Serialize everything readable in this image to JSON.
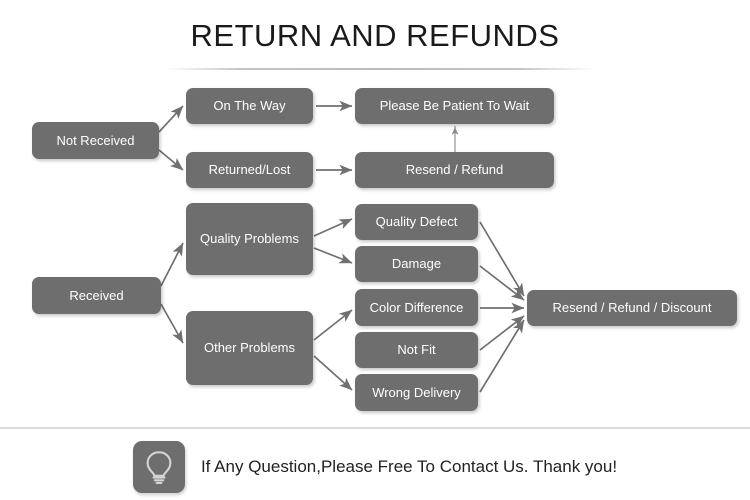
{
  "title": "RETURN AND REFUNDS",
  "colors": {
    "node_fill": "#6e6e6e",
    "node_text": "#ffffff",
    "arrow": "#707070",
    "title_text": "#1a1a1a",
    "divider": "#dcdcdc",
    "background": "#ffffff"
  },
  "nodes": {
    "not_received": "Not Received",
    "on_the_way": "On The Way",
    "returned_lost": "Returned/Lost",
    "please_wait": "Please Be Patient To Wait",
    "resend_refund": "Resend / Refund",
    "received": "Received",
    "quality_problems": "Quality Problems",
    "other_problems": "Other Problems",
    "quality_defect": "Quality Defect",
    "damage": "Damage",
    "color_difference": "Color Difference",
    "not_fit": "Not Fit",
    "wrong_delivery": "Wrong Delivery",
    "resend_refund_discount": "Resend / Refund / Discount"
  },
  "footer": {
    "icon": "lightbulb-icon",
    "text": "If Any Question,Please Free To Contact Us. Thank you!"
  },
  "flow": {
    "edges": [
      {
        "from": "not_received",
        "to": "on_the_way"
      },
      {
        "from": "not_received",
        "to": "returned_lost"
      },
      {
        "from": "on_the_way",
        "to": "please_wait"
      },
      {
        "from": "returned_lost",
        "to": "resend_refund"
      },
      {
        "from": "resend_refund",
        "to": "please_wait"
      },
      {
        "from": "received",
        "to": "quality_problems"
      },
      {
        "from": "received",
        "to": "other_problems"
      },
      {
        "from": "quality_problems",
        "to": "quality_defect"
      },
      {
        "from": "quality_problems",
        "to": "damage"
      },
      {
        "from": "other_problems",
        "to": "color_difference"
      },
      {
        "from": "other_problems",
        "to": "wrong_delivery"
      },
      {
        "from": "quality_defect",
        "to": "resend_refund_discount"
      },
      {
        "from": "damage",
        "to": "resend_refund_discount"
      },
      {
        "from": "color_difference",
        "to": "resend_refund_discount"
      },
      {
        "from": "not_fit",
        "to": "resend_refund_discount"
      },
      {
        "from": "wrong_delivery",
        "to": "resend_refund_discount"
      }
    ]
  }
}
